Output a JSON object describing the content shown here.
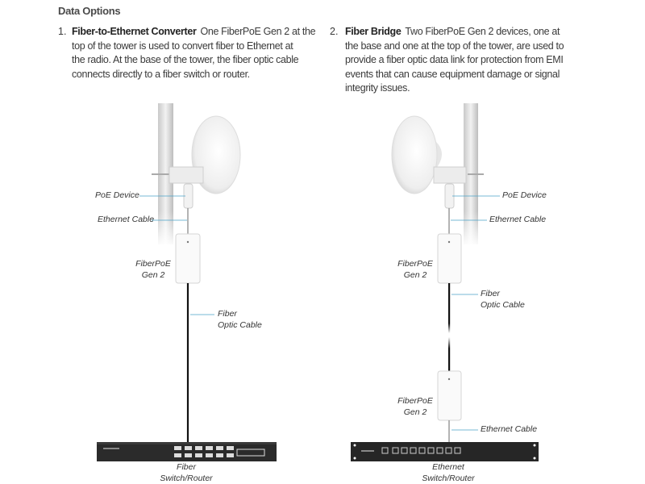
{
  "heading": "Data Options",
  "options": [
    {
      "number": "1.",
      "title": "Fiber-to-Ethernet Converter",
      "lines": [
        "One FiberPoE Gen 2 at the",
        "top of the tower is used to convert fiber to Ethernet at",
        "the radio. At the base of the tower, the fiber optic cable",
        "connects directly to a fiber switch or router."
      ],
      "labels": {
        "poe_device": "PoE Device",
        "ethernet_cable": "Ethernet Cable",
        "fiberpoe": [
          "FiberPoE",
          "Gen 2"
        ],
        "fiber_cable": [
          "Fiber",
          "Optic Cable"
        ],
        "switch": [
          "Fiber",
          "Switch/Router"
        ]
      }
    },
    {
      "number": "2.",
      "title": "Fiber Bridge",
      "lines": [
        "Two FiberPoE Gen 2 devices, one at",
        "the base and one at the top of the tower, are used to",
        "provide a fiber optic data link for protection from EMI",
        "events that can cause equipment damage or signal",
        "integrity issues."
      ],
      "labels": {
        "poe_device": "PoE Device",
        "ethernet_cable_top": "Ethernet Cable",
        "fiberpoe_top": [
          "FiberPoE",
          "Gen 2"
        ],
        "fiber_cable": [
          "Fiber",
          "Optic Cable"
        ],
        "fiberpoe_bottom": [
          "FiberPoE",
          "Gen 2"
        ],
        "ethernet_cable_bottom": "Ethernet Cable",
        "switch": [
          "Ethernet",
          "Switch/Router"
        ]
      }
    }
  ],
  "colors": {
    "leader": "#4aa3c8",
    "cable_fiber": "#111111",
    "cable_eth": "#9a9a9a"
  }
}
